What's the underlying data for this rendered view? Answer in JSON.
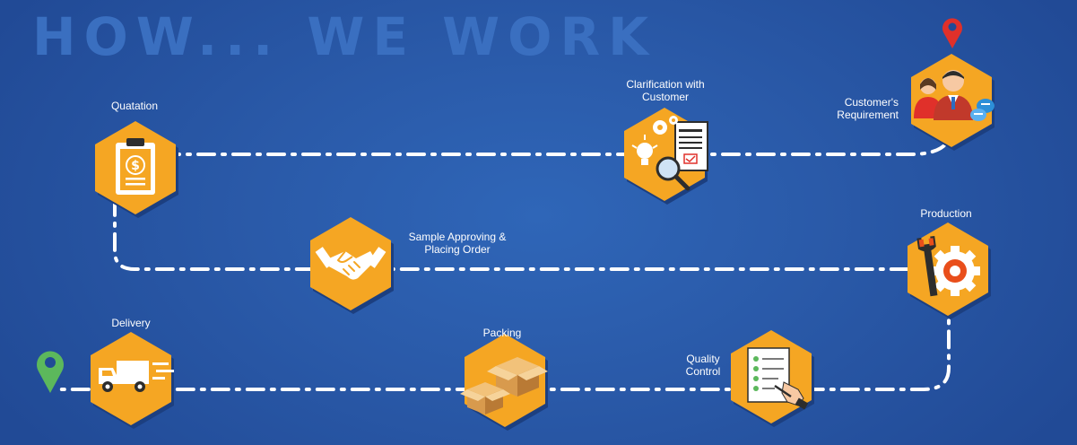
{
  "headline": "HOW... WE WORK",
  "colors": {
    "background": "#2a5aa9",
    "hexagon": "#f5a623",
    "hexagon_shadow": "#1c3f80",
    "path_line": "#ffffff",
    "pin_red": "#e0302a",
    "pin_green": "#5cb85c"
  },
  "steps": [
    {
      "id": "quotation",
      "label": "Quatation",
      "icon": "clipboard-dollar-icon"
    },
    {
      "id": "clarification",
      "label": "Clarification with\nCustomer",
      "icon": "lightbulb-magnifier-icon"
    },
    {
      "id": "requirement",
      "label": "Customer's\nRequirement",
      "icon": "customers-icon"
    },
    {
      "id": "sample",
      "label": "Sample Approving &\nPlacing Order",
      "icon": "handshake-icon"
    },
    {
      "id": "production",
      "label": "Production",
      "icon": "gears-wrench-icon"
    },
    {
      "id": "delivery",
      "label": "Delivery",
      "icon": "delivery-truck-icon"
    },
    {
      "id": "packing",
      "label": "Packing",
      "icon": "boxes-icon"
    },
    {
      "id": "quality",
      "label": "Quality\nControl",
      "icon": "checklist-icon"
    }
  ],
  "pins": [
    {
      "id": "start",
      "icon": "location-pin-red-icon"
    },
    {
      "id": "end",
      "icon": "location-pin-green-icon"
    }
  ]
}
